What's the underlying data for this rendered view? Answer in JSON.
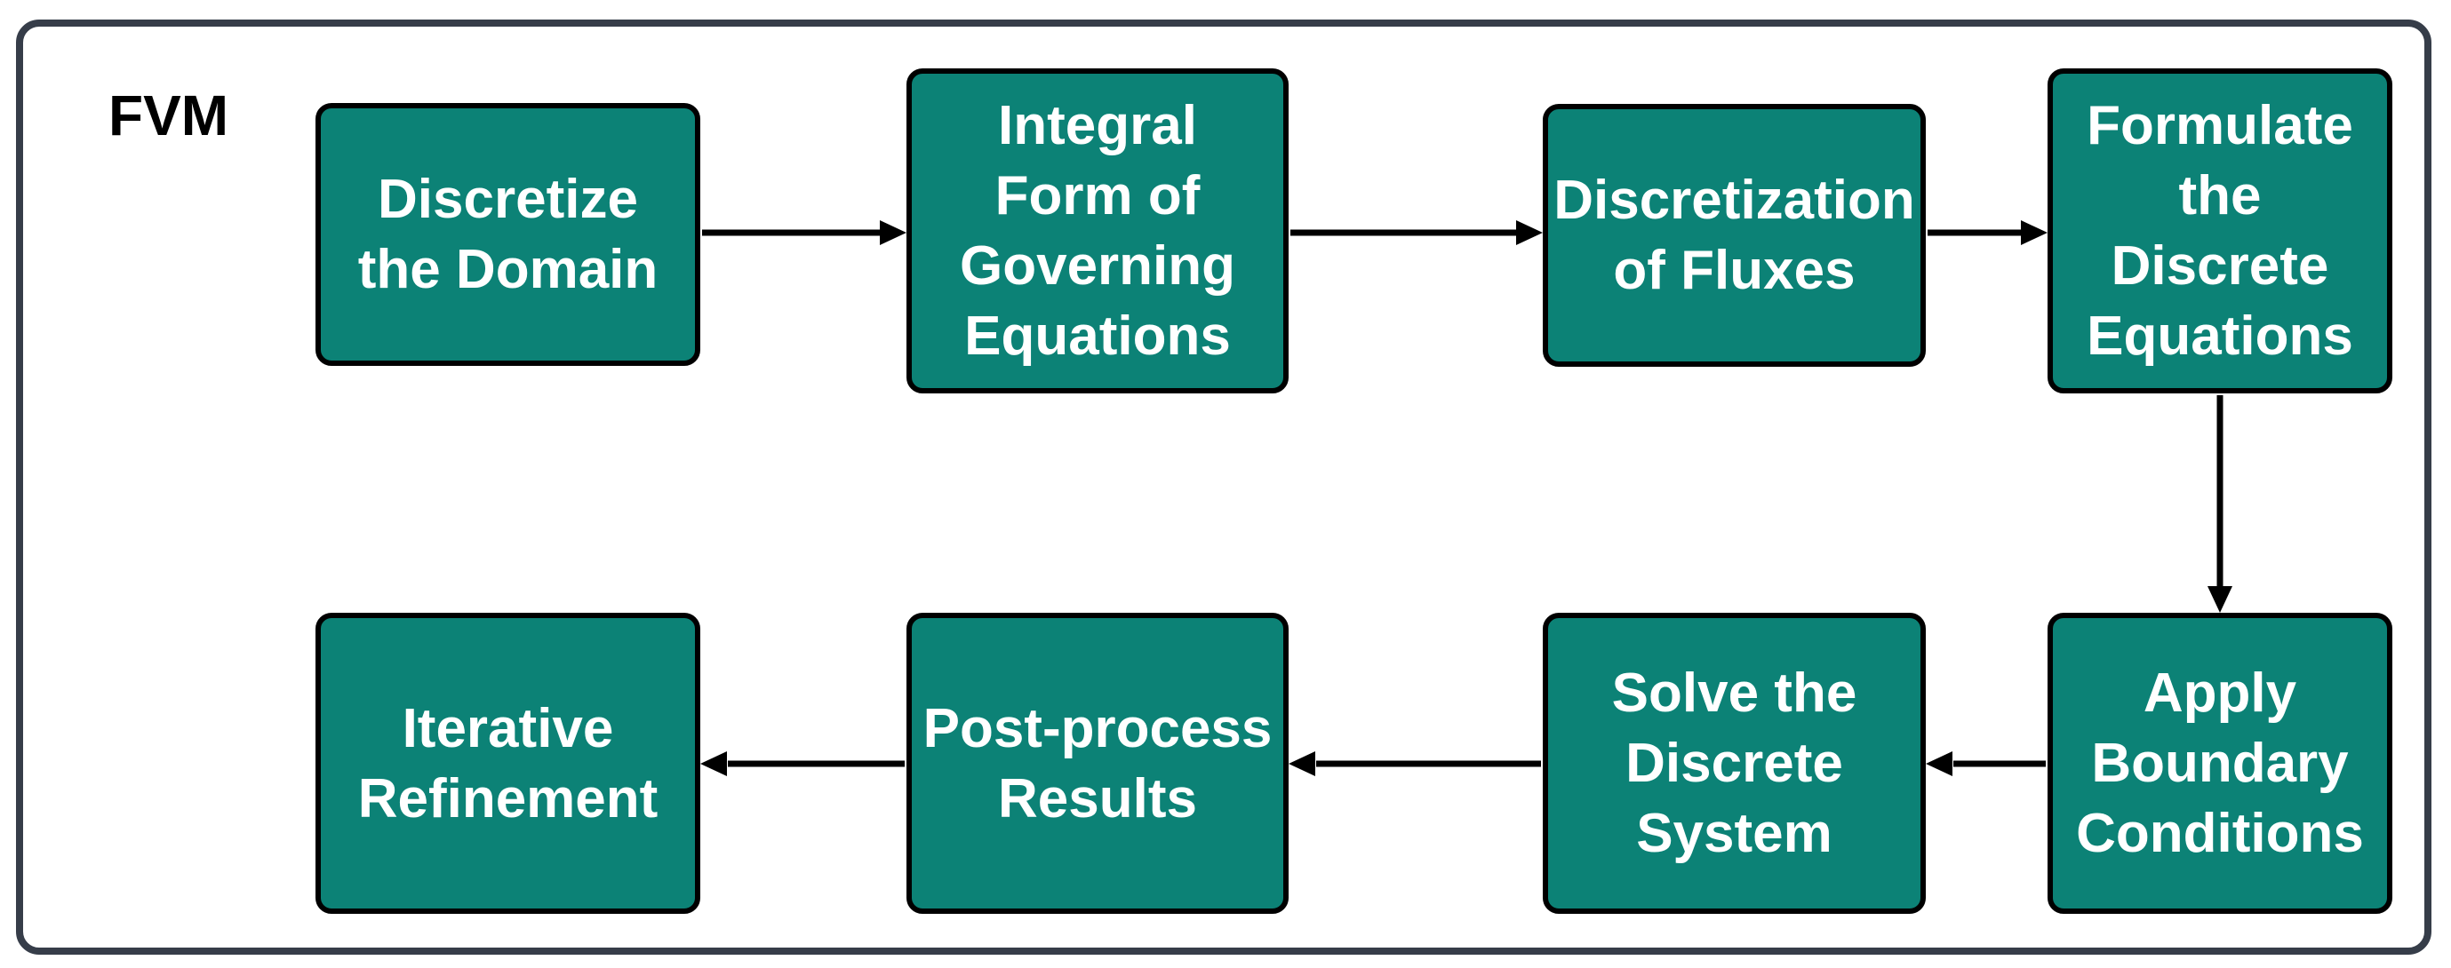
{
  "diagram": {
    "label": "FVM",
    "nodes": [
      {
        "id": "discretize-the-domain",
        "label": "Discretize\nthe Domain"
      },
      {
        "id": "integral-form-of-governing-equations",
        "label": "Integral\nForm of\nGoverning\nEquations"
      },
      {
        "id": "discretization-of-fluxes",
        "label": "Discretization\nof Fluxes"
      },
      {
        "id": "formulate-the-discrete-equations",
        "label": "Formulate\nthe\nDiscrete\nEquations"
      },
      {
        "id": "apply-boundary-conditions",
        "label": "Apply\nBoundary\nConditions"
      },
      {
        "id": "solve-the-discrete-system",
        "label": "Solve the\nDiscrete\nSystem"
      },
      {
        "id": "post-process-results",
        "label": "Post-process\nResults"
      },
      {
        "id": "iterative-refinement",
        "label": "Iterative\nRefinement"
      }
    ],
    "edges": [
      {
        "from": "discretize-the-domain",
        "to": "integral-form-of-governing-equations",
        "direction": "right"
      },
      {
        "from": "integral-form-of-governing-equations",
        "to": "discretization-of-fluxes",
        "direction": "right"
      },
      {
        "from": "discretization-of-fluxes",
        "to": "formulate-the-discrete-equations",
        "direction": "right"
      },
      {
        "from": "formulate-the-discrete-equations",
        "to": "apply-boundary-conditions",
        "direction": "down"
      },
      {
        "from": "apply-boundary-conditions",
        "to": "solve-the-discrete-system",
        "direction": "left"
      },
      {
        "from": "solve-the-discrete-system",
        "to": "post-process-results",
        "direction": "left"
      },
      {
        "from": "post-process-results",
        "to": "iterative-refinement",
        "direction": "left"
      }
    ],
    "colors": {
      "node_fill": "#0C8276",
      "node_border": "#000000",
      "node_text": "#FFFFFF",
      "frame_border": "#363D49",
      "arrow": "#000000",
      "background": "#FFFFFF"
    }
  }
}
